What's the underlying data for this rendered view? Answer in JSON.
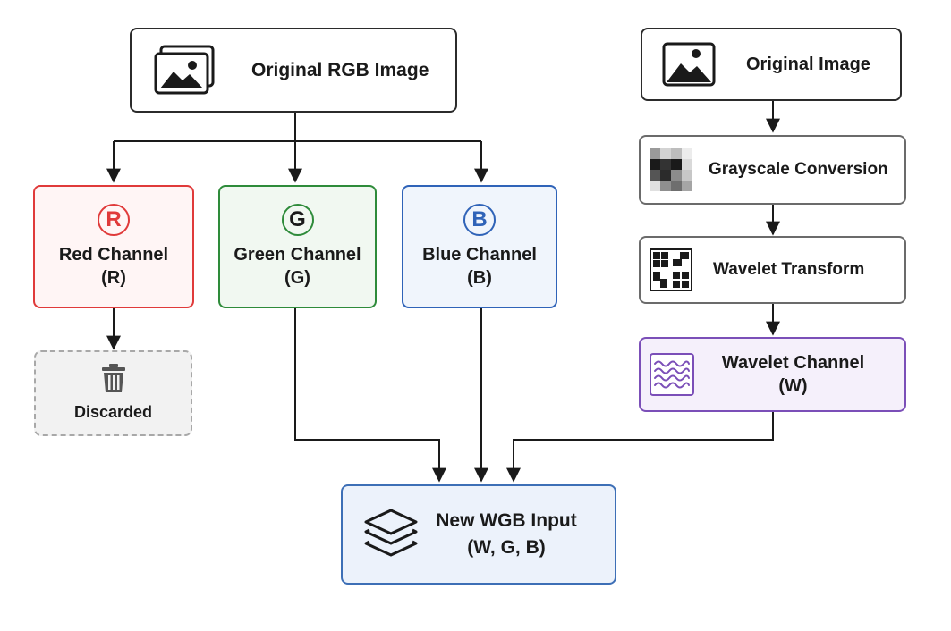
{
  "nodes": {
    "original_rgb": {
      "label": "Original RGB Image"
    },
    "red": {
      "letter": "R",
      "label": "Red Channel",
      "sub": "(R)"
    },
    "green": {
      "letter": "G",
      "label": "Green Channel",
      "sub": "(G)"
    },
    "blue": {
      "letter": "B",
      "label": "Blue Channel",
      "sub": "(B)"
    },
    "discarded": {
      "label": "Discarded"
    },
    "original_image": {
      "label": "Original Image"
    },
    "grayscale": {
      "label": "Grayscale Conversion"
    },
    "wavelet_transform": {
      "label": "Wavelet Transform"
    },
    "wavelet_channel": {
      "label": "Wavelet Channel",
      "sub": "(W)"
    },
    "wgb_input": {
      "label": "New WGB Input",
      "sub": "(W, G, B)"
    }
  },
  "icons": {
    "original_rgb": "image-stack-icon",
    "discarded": "trash-icon",
    "original_image": "image-icon",
    "grayscale": "grayscale-grid-icon",
    "wavelet_transform": "wavelet-grid-icon",
    "wavelet_channel": "wave-icon",
    "wgb_input": "layers-icon"
  },
  "colors": {
    "red": "#e03a3a",
    "red_fill": "#fff5f5",
    "green": "#2e8b3a",
    "green_fill": "#f1f8f1",
    "blue": "#2f63b8",
    "blue_fill": "#f0f5fc",
    "purple": "#7b4fb8",
    "purple_fill": "#f5f0fb",
    "wgb_border": "#3d6fb6",
    "wgb_fill": "#ecf2fb",
    "discarded_border": "#a8a8a8",
    "discarded_fill": "#f2f2f2",
    "arrow": "#1a1a1a"
  }
}
